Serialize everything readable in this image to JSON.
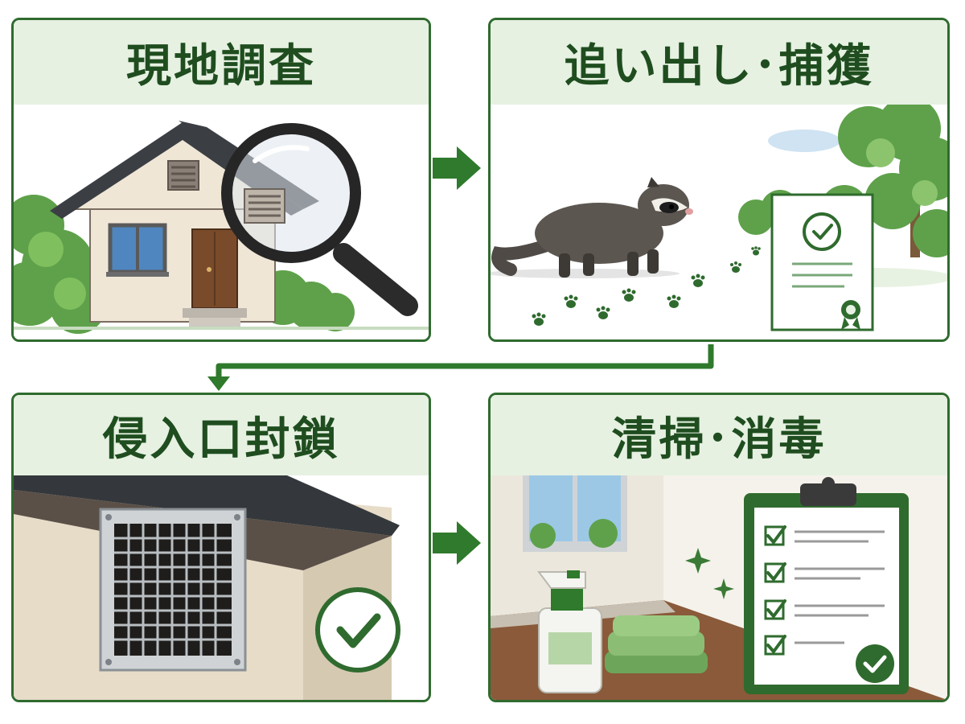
{
  "steps": [
    {
      "id": 1,
      "title": "現地調査"
    },
    {
      "id": 2,
      "title": "追い出し･捕獲"
    },
    {
      "id": 3,
      "title": "侵入口封鎖"
    },
    {
      "id": 4,
      "title": "清掃･消毒"
    }
  ],
  "colors": {
    "border": "#2f6b2e",
    "header_bg": "#e6f1e2",
    "title_text": "#1f4d1f",
    "arrow": "#2f7a2c"
  },
  "icons": [
    "magnifier-icon",
    "certificate-icon",
    "check-circle-icon",
    "clipboard-checklist-icon",
    "paw-print-icon",
    "sparkle-icon"
  ]
}
